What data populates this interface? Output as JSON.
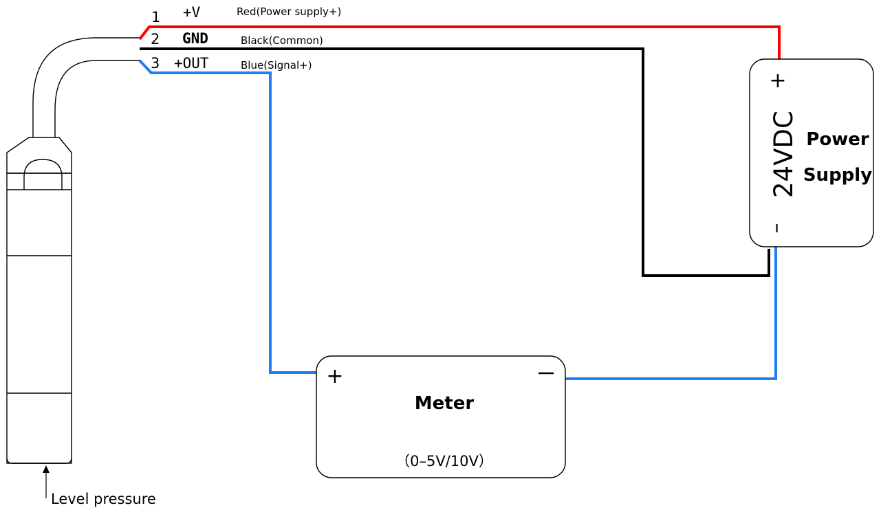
{
  "wires": [
    {
      "pin": "1",
      "signal": "+V",
      "desc": "Red(Power supply+)",
      "color": "#ff0000"
    },
    {
      "pin": "2",
      "signal": "GND",
      "desc": "Black(Common)",
      "color": "#000000"
    },
    {
      "pin": "3",
      "signal": "+OUT",
      "desc": "Blue(Signal+)",
      "color": "#1e7ff0"
    }
  ],
  "power_supply": {
    "voltage": "24VDC",
    "title_line1": "Power",
    "title_line2": "Supply",
    "plus": "+",
    "minus": "–"
  },
  "meter": {
    "title": "Meter",
    "range": "（0–5V/10V）",
    "plus": "+",
    "minus": "–"
  },
  "sensor": {
    "pressure_label": "Level pressure"
  },
  "colors": {
    "red_wire": "#ff0000",
    "black_wire": "#000000",
    "blue_wire": "#1e7ff0",
    "outline": "#000000"
  }
}
